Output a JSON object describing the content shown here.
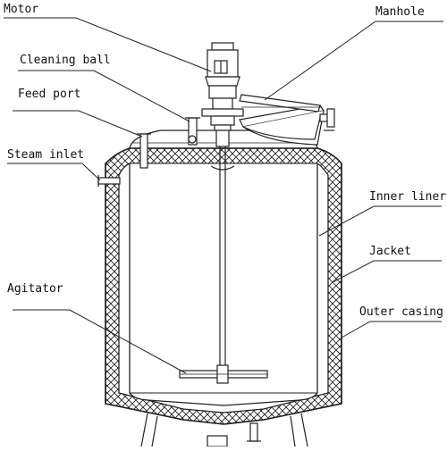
{
  "labels": {
    "motor": "Motor",
    "manhole": "Manhole",
    "cleaning_ball": "Cleaning ball",
    "feed_port": "Feed port",
    "steam_inlet": "Steam inlet",
    "inner_liner": "Inner liner",
    "jacket": "Jacket",
    "agitator": "Agitator",
    "outer_casing": "Outer casing"
  },
  "colors": {
    "line": "#222222",
    "background": "#ffffff"
  }
}
